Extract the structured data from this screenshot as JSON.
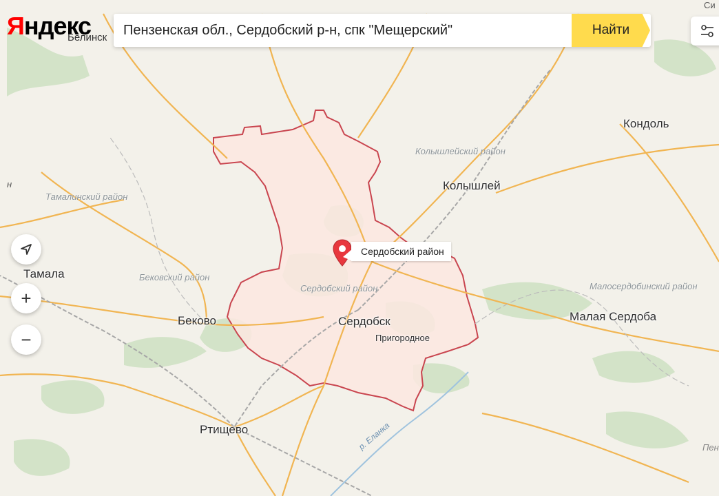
{
  "logo": {
    "first": "Я",
    "rest": "ндекс"
  },
  "search": {
    "query": "Пензенская обл., Сердобский р-н, спк \"Мещерский\"",
    "find_label": "Найти",
    "clear_symbol": "×"
  },
  "controls": {
    "location_icon": "arrow-locate-icon",
    "zoom_in": "+",
    "zoom_out": "−",
    "layers_icon": "sliders-icon"
  },
  "map": {
    "cities": {
      "belinsk": "Белинск",
      "kondol": "Кондоль",
      "kolyshley": "Колышлей",
      "tamala": "Тамала",
      "bekovo": "Беково",
      "serdobsk": "Сердобск",
      "malaya_serdoba": "Малая Сердоба",
      "rtishchevo": "Ртищево"
    },
    "towns": {
      "prigorodnoe": "Пригородное"
    },
    "districts": {
      "kolyshleysky": "Колышлейский район",
      "tamalinsky": "Тамалинский район",
      "bekovsky": "Бековский район",
      "serdobsky": "Сердобский район",
      "malosedobinsky": "Малосердобинский район"
    },
    "rivers": {
      "yelanka": "р. Еланка"
    },
    "partial": {
      "top_left_n": "н",
      "top_right": "Си",
      "right_pen": "Пен"
    },
    "selected": {
      "label": "Сердобский район"
    }
  },
  "colors": {
    "accent": "#ffdb4d",
    "region_fill": "#fbe7e0",
    "region_border": "#c9454f",
    "road": "#f1b552",
    "forest": "#cfe2c3",
    "pin": "#e8373e"
  }
}
